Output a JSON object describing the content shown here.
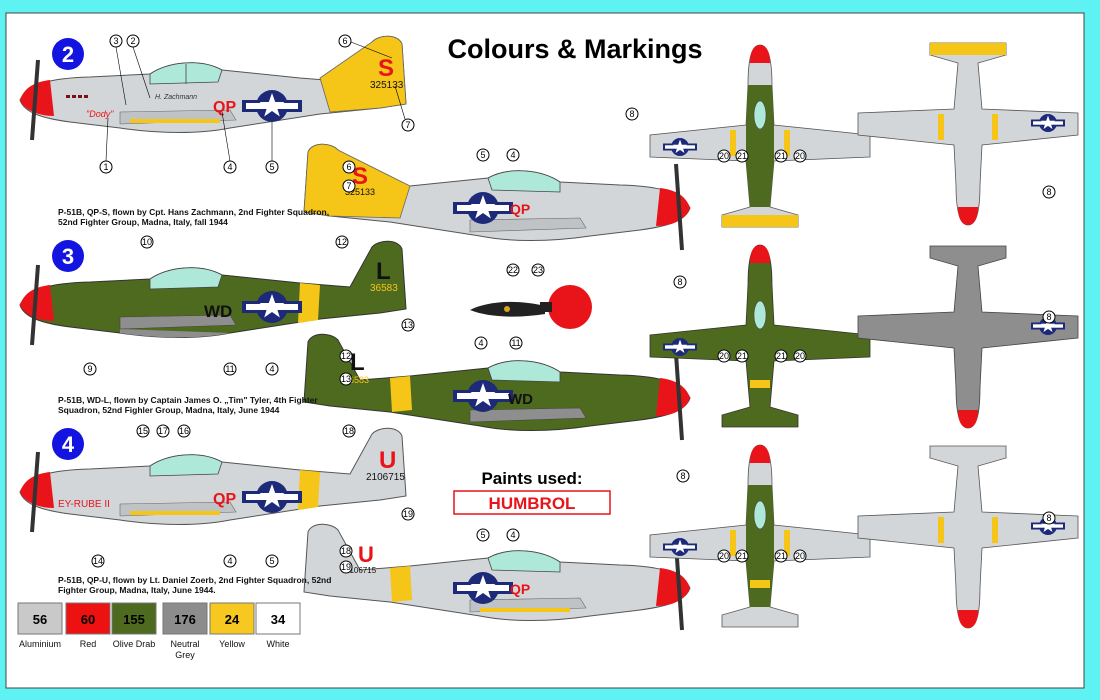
{
  "title": "Colours & Markings",
  "paints_heading": "Paints used:",
  "brand": "HUMBROL",
  "schemes": [
    {
      "number": "2",
      "caption": [
        "P-51B, QP-S, flown by Cpt. Hans Zachmann, 2nd Fighter Squadron,",
        "52nd Fighter Group, Madna, Italy, fall 1944"
      ],
      "code": "QP",
      "tail_letter": "S",
      "serial": "325133",
      "nose_art": "\"Dody\"",
      "pilot_name": "H. Zachmann",
      "callouts_side": [
        "3",
        "2",
        "1",
        "4",
        "5",
        "6",
        "7"
      ],
      "callouts_right": [
        "6",
        "7",
        "5",
        "4"
      ],
      "callouts_top": [
        "8",
        "20",
        "21",
        "21",
        "20"
      ],
      "callouts_bottom": [
        "8"
      ]
    },
    {
      "number": "3",
      "caption": [
        "P-51B, WD-L, flown by Captain James O. „Tim\" Tyler, 4th Fighter",
        "Squadron, 52nd Fighler Group, Madna, Italy, June 1944"
      ],
      "code": "WD",
      "tail_letter": "L",
      "serial": "36583",
      "callouts_side": [
        "10",
        "9",
        "11",
        "4",
        "12",
        "13"
      ],
      "callouts_right": [
        "12",
        "13",
        "4",
        "11"
      ],
      "callouts_top": [
        "8",
        "20",
        "21",
        "21",
        "20"
      ],
      "callouts_bottom": [
        "8"
      ]
    },
    {
      "number": "4",
      "caption": [
        "P-51B, QP-U, flown by Lt. Daniel Zoerb, 2nd Fighter Squadron, 52nd",
        "Fighter Group, Madna, Italy, June 1944."
      ],
      "code": "QP",
      "tail_letter": "U",
      "serial": "2106715",
      "nose_art": "EY-RUBE II",
      "callouts_side": [
        "15",
        "17",
        "16",
        "14",
        "4",
        "5",
        "18",
        "19"
      ],
      "callouts_right": [
        "18",
        "19",
        "5",
        "4"
      ],
      "callouts_top": [
        "8",
        "20",
        "21",
        "21",
        "20"
      ],
      "callouts_bottom": [
        "8"
      ]
    }
  ],
  "propeller_callouts": [
    "22",
    "23"
  ],
  "paints": [
    {
      "number": "56",
      "name": "Aluminium",
      "color": "#c9c9c9"
    },
    {
      "number": "60",
      "name": "Red",
      "color": "#ee1111"
    },
    {
      "number": "155",
      "name": "Olive Drab",
      "color": "#4d6a1e"
    },
    {
      "number": "176",
      "name": "Neutral Grey",
      "color": "#8c8c8c"
    },
    {
      "number": "24",
      "name": "Yellow",
      "color": "#f6c820"
    },
    {
      "number": "34",
      "name": "White",
      "color": "#ffffff"
    }
  ],
  "colors": {
    "aluminium": "#d4d6d8",
    "olive": "#4e6a1f",
    "grey": "#8e8e8e",
    "yellow": "#f5c518",
    "red": "#e8141a",
    "blue": "#1a1aa0",
    "background": "#5ef2f2"
  }
}
